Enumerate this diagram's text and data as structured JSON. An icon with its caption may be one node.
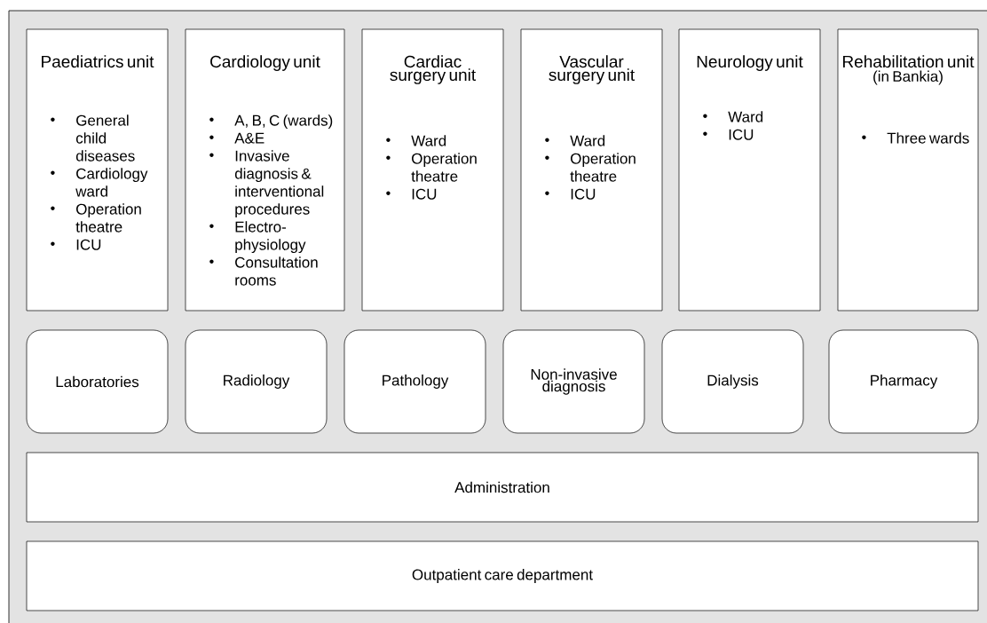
{
  "diagram": {
    "nodes": [
      {
        "text": [
          "Paediatrics unit",
          "General child diseases",
          "Cardiology ward",
          "Operation theatre",
          "ICU"
        ]
      },
      {
        "text": [
          "Cardiology unit",
          "A, B, C (wards)",
          "A&E",
          "Invasive diagnosis & interventional procedures",
          "Electro-physiology",
          "Consultation rooms"
        ]
      },
      {
        "text": [
          "Cardiac surgery unit",
          "Ward",
          "Operation theatre",
          "ICU"
        ]
      },
      {
        "text": [
          "Vascular surgery unit",
          "Ward",
          "Operation theatre",
          "ICU"
        ]
      },
      {
        "text": [
          "Neurology unit",
          "Ward",
          "ICU"
        ]
      },
      {
        "text": [
          "Rehabilitation unit",
          "(in Bankia)",
          "Three wards"
        ]
      },
      {
        "text": [
          "Laboratories"
        ]
      },
      {
        "text": [
          "Radiology"
        ]
      },
      {
        "text": [
          "Pathology"
        ]
      },
      {
        "text": [
          "Non-invasive diagnosis"
        ]
      },
      {
        "text": [
          "Dialysis"
        ]
      },
      {
        "text": [
          "Pharmacy"
        ]
      },
      {
        "text": [
          "Administration"
        ]
      },
      {
        "text": [
          "Outpatient care department"
        ]
      }
    ]
  }
}
